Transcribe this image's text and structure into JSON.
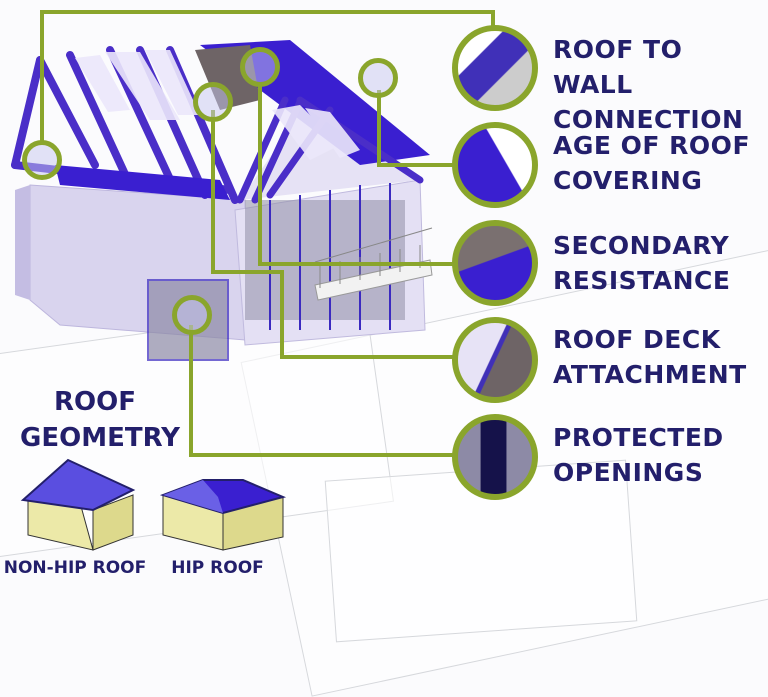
{
  "callouts": [
    {
      "id": "roof-to-wall",
      "line1": "ROOF TO WALL",
      "line2": "CONNECTION"
    },
    {
      "id": "age-of-roof",
      "line1": "AGE OF ROOF",
      "line2": "COVERING"
    },
    {
      "id": "secondary-resistance",
      "line1": "SECONDARY",
      "line2": "RESISTANCE"
    },
    {
      "id": "roof-deck",
      "line1": "ROOF DECK",
      "line2": "ATTACHMENT"
    },
    {
      "id": "protected-openings",
      "line1": "PROTECTED",
      "line2": "OPENINGS"
    }
  ],
  "geometry": {
    "title_line1": "ROOF",
    "title_line2": "GEOMETRY",
    "non_hip_label": "NON-HIP ROOF",
    "hip_label": "HIP ROOF"
  },
  "colors": {
    "accent_green": "#8aa52c",
    "text_navy": "#231f6b",
    "roof_blue": "#3a1fd0",
    "wall_lilac": "#d9d4ee",
    "geo_wall_yellow": "#ece9a8"
  }
}
